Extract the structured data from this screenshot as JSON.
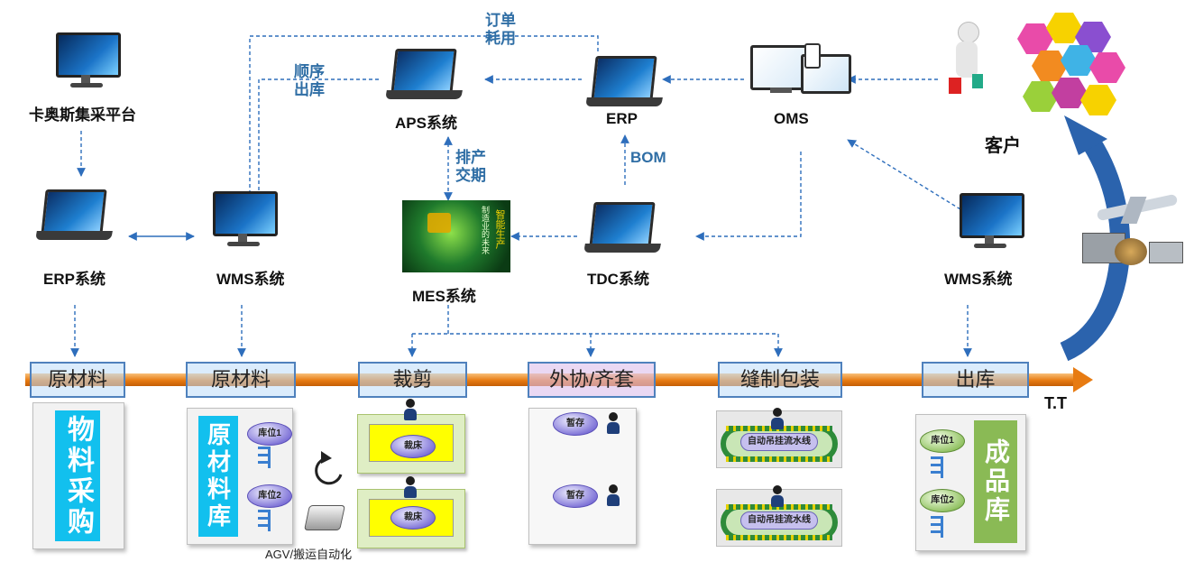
{
  "systems": {
    "kaos": "卡奥斯集采平台",
    "erp_left": "ERP系统",
    "wms_left": "WMS系统",
    "aps": "APS系统",
    "mes": "MES系统",
    "erp_top": "ERP",
    "tdc": "TDC系统",
    "oms": "OMS",
    "wms_right": "WMS系统",
    "customer": "客户"
  },
  "flow_labels": {
    "order_line1": "订单",
    "order_line2": "耗用",
    "seq_line1": "顺序",
    "seq_line2": "出库",
    "sched_line1": "排产",
    "sched_line2": "交期",
    "bom": "BOM"
  },
  "mes_image_text": {
    "line1": "制造业的未来",
    "line2": "智能生产"
  },
  "stages": [
    "原材料",
    "原材料",
    "裁剪",
    "外协/齐套",
    "缝制包装",
    "出库"
  ],
  "tt": "T.T",
  "panels": {
    "purchase": "物料采购",
    "raw_warehouse": "原材料库",
    "finished_warehouse": "成品库",
    "slot1": "库位1",
    "slot2": "库位2",
    "cutting_bed": "裁床",
    "temp_storage": "暂存",
    "hanging_line": "自动吊挂流水线",
    "agv": "AGV/搬运自动化"
  },
  "colors": {
    "flow_arrow": "#2e6ebc",
    "stage_bar": "#e77b12",
    "purchase_box": "#12c0ee",
    "finished_box": "#8aba55",
    "big_arrow": "#2b63ad"
  }
}
